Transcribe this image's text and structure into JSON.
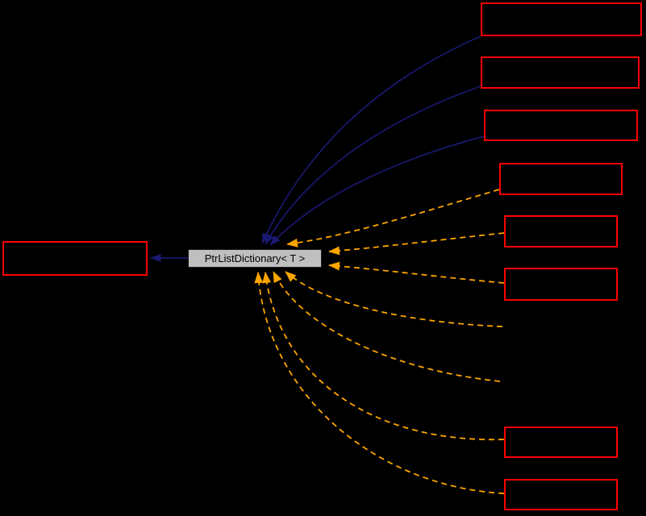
{
  "diagram": {
    "kind": "class-template-inheritance-graph",
    "center_node": {
      "label": "PtrListDictionary< T >"
    },
    "base_node": {
      "label": ""
    },
    "derived_nodes": [
      {
        "label": ""
      },
      {
        "label": ""
      },
      {
        "label": ""
      }
    ],
    "instance_nodes": [
      {
        "label": ""
      },
      {
        "label": ""
      },
      {
        "label": ""
      },
      {
        "label": ""
      },
      {
        "label": ""
      }
    ],
    "edge_summary": {
      "solid_inheritance_edges": 4,
      "dashed_template_edges": 7
    }
  },
  "colors": {
    "background": "#000000",
    "external_node_border": "#ff0000",
    "inheritance_edge": "#191970",
    "template_edge": "#ffa500",
    "center_node_fill": "#bfbfbf",
    "center_node_text": "#000000"
  }
}
